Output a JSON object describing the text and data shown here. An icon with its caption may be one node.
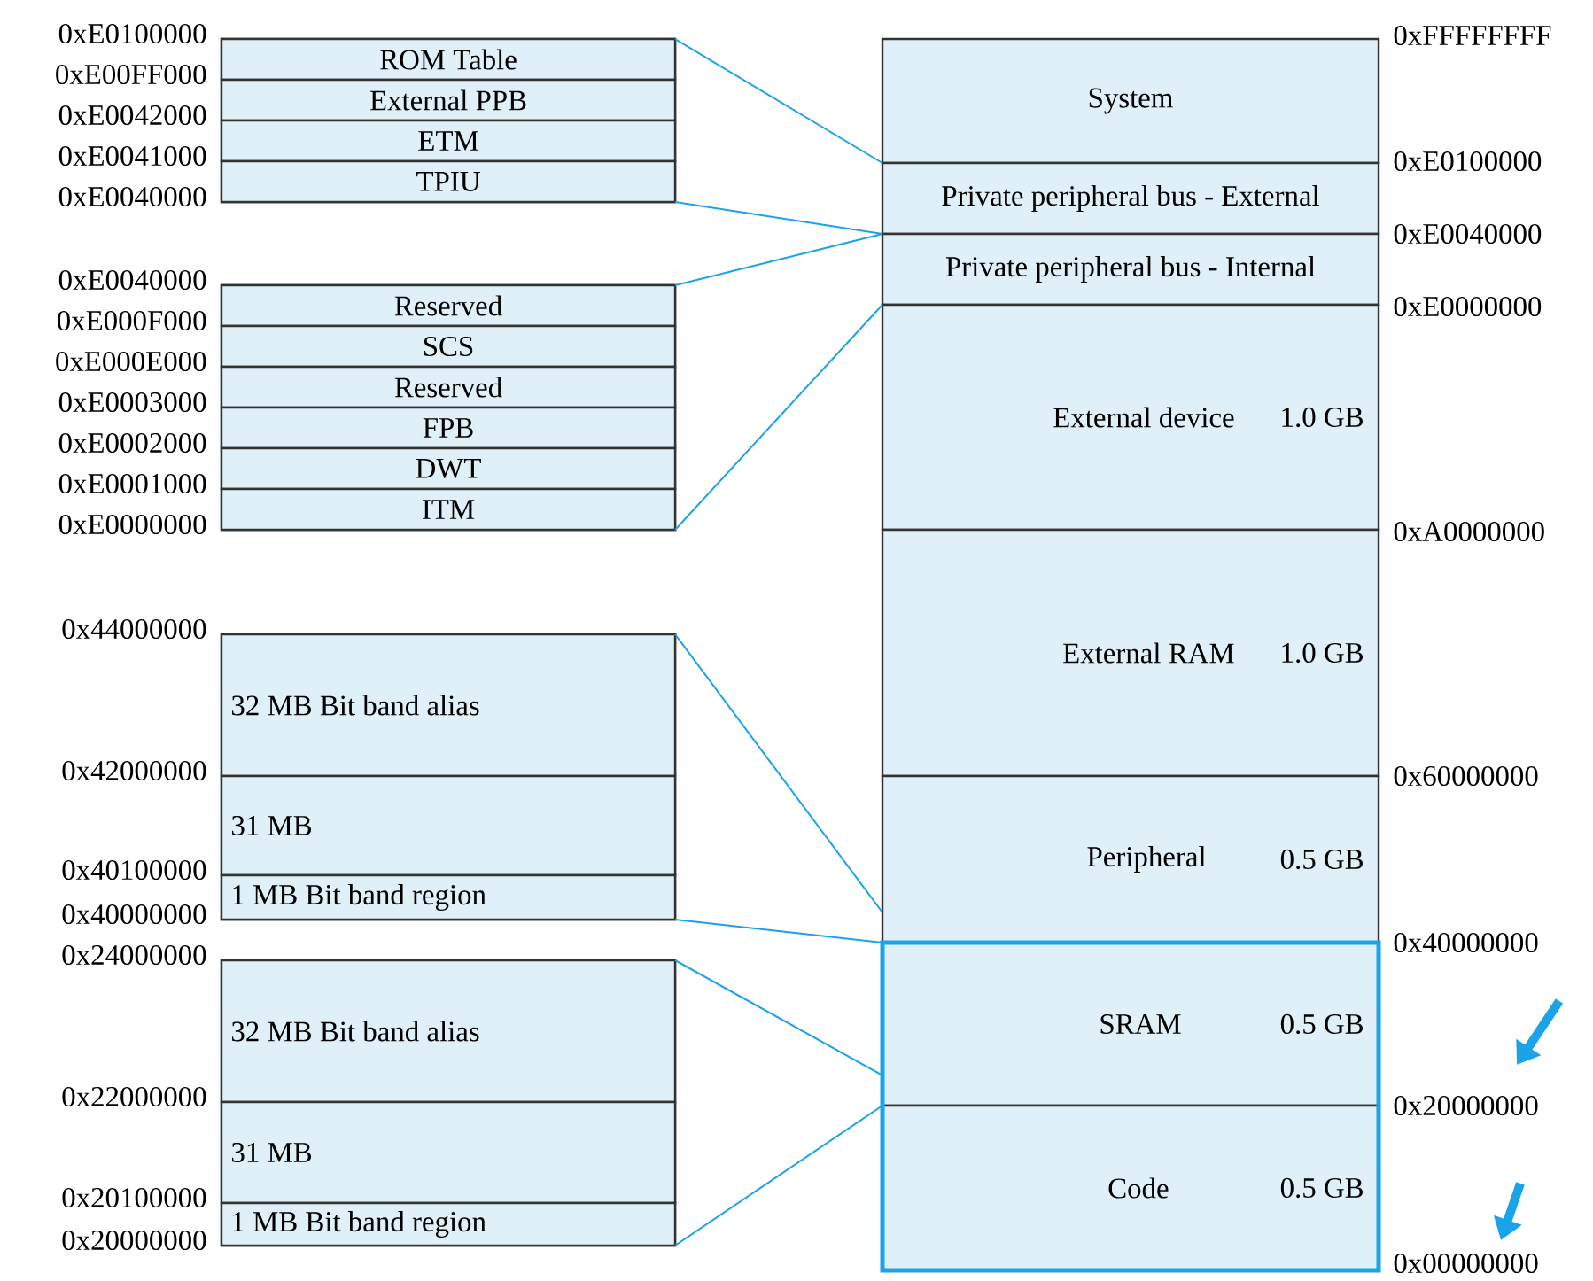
{
  "diagram": {
    "nodes": [
      {
        "text": [
          "System"
        ]
      },
      {
        "text": [
          "Private peripheral bus - External"
        ]
      },
      {
        "text": [
          "Private peripheral bus - Internal"
        ]
      },
      {
        "text": [
          "External device",
          "1.0 GB"
        ]
      },
      {
        "text": [
          "External RAM",
          "1.0 GB"
        ]
      },
      {
        "text": [
          "Peripheral",
          "0.5 GB"
        ]
      },
      {
        "text": [
          "SRAM",
          "0.5 GB"
        ]
      },
      {
        "text": [
          "Code",
          "0.5 GB"
        ]
      },
      {
        "text": [],
        "shape": "box"
      },
      {
        "text": [
          "ROM Table"
        ],
        "in": 8
      },
      {
        "text": [
          "External PPB"
        ],
        "in": 8
      },
      {
        "text": [
          "ETM"
        ],
        "in": 8
      },
      {
        "text": [
          "TPIU"
        ],
        "in": 8
      },
      {
        "text": [],
        "shape": "box"
      },
      {
        "text": [
          "Reserved"
        ],
        "in": 13
      },
      {
        "text": [
          "SCS"
        ],
        "in": 13
      },
      {
        "text": [
          "Reserved"
        ],
        "in": 13
      },
      {
        "text": [
          "FPB"
        ],
        "in": 13
      },
      {
        "text": [
          "DWT"
        ],
        "in": 13
      },
      {
        "text": [
          "ITM"
        ],
        "in": 13
      },
      {
        "text": [],
        "shape": "box"
      },
      {
        "text": [
          "32 MB Bit band alias"
        ],
        "in": 20
      },
      {
        "text": [
          "31 MB"
        ],
        "in": 20
      },
      {
        "text": [
          "1 MB Bit band region"
        ],
        "in": 20
      },
      {
        "text": [],
        "shape": "box"
      },
      {
        "text": [
          "32 MB Bit band alias"
        ],
        "in": 24
      },
      {
        "text": [
          "31 MB"
        ],
        "in": 24
      },
      {
        "text": [
          "1 MB Bit band region"
        ],
        "in": 24
      }
    ],
    "edges": [
      {
        "from": 8,
        "to": 1,
        "arrow": "none"
      },
      {
        "from": 8,
        "to": 1,
        "arrow": "none"
      },
      {
        "from": 13,
        "to": 2,
        "arrow": "none"
      },
      {
        "from": 13,
        "to": 2,
        "arrow": "none"
      },
      {
        "from": 20,
        "to": 5,
        "arrow": "none"
      },
      {
        "from": 20,
        "to": 5,
        "arrow": "none"
      },
      {
        "from": 24,
        "to": 6,
        "arrow": "none"
      },
      {
        "from": 24,
        "to": 6,
        "arrow": "none"
      }
    ],
    "labels": [
      "0xFFFFFFFF",
      "0xE0100000",
      "0xE0040000",
      "0xE0000000",
      "0xA0000000",
      "0x60000000",
      "0x40000000",
      "0x20000000",
      "0x00000000",
      "0xE0100000",
      "0xE00FF000",
      "0xE0042000",
      "0xE0041000",
      "0xE0040000",
      "0xE0040000",
      "0xE000F000",
      "0xE000E000",
      "0xE0003000",
      "0xE0002000",
      "0xE0001000",
      "0xE0000000",
      "0x44000000",
      "0x42000000",
      "0x40100000",
      "0x40000000",
      "0x24000000",
      "0x22000000",
      "0x20100000",
      "0x20000000"
    ]
  }
}
